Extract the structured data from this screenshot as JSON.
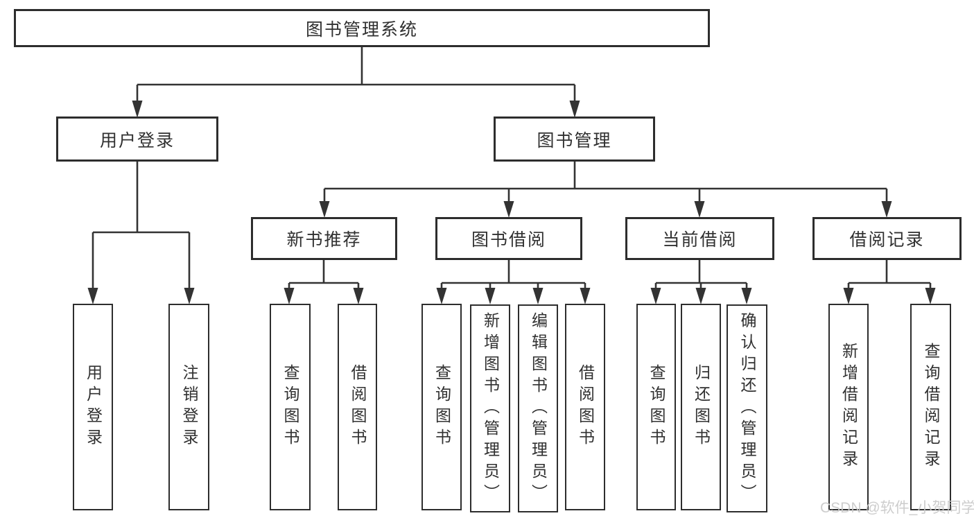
{
  "tree": {
    "root": "图书管理系统",
    "branches": [
      {
        "label": "用户登录",
        "children": [
          "用户登录",
          "注销登录"
        ]
      },
      {
        "label": "图书管理",
        "groups": [
          {
            "label": "新书推荐",
            "children": [
              "查询图书",
              "借阅图书"
            ]
          },
          {
            "label": "图书借阅",
            "children": [
              "查询图书",
              "新增图书（管理员）",
              "编辑图书（管理员）",
              "借阅图书"
            ]
          },
          {
            "label": "当前借阅",
            "children": [
              "查询图书",
              "归还图书",
              "确认归还（管理员）"
            ]
          },
          {
            "label": "借阅记录",
            "children": [
              "新增借阅记录",
              "查询借阅记录"
            ]
          }
        ]
      }
    ]
  },
  "watermark": {
    "text": "CSDN @软件_小贺同学"
  },
  "colors": {
    "background": "#ffffff",
    "box_border": "#2d2d2d",
    "connector_line": "#333333",
    "text": "#303030",
    "watermark": "#c9c9c9"
  }
}
